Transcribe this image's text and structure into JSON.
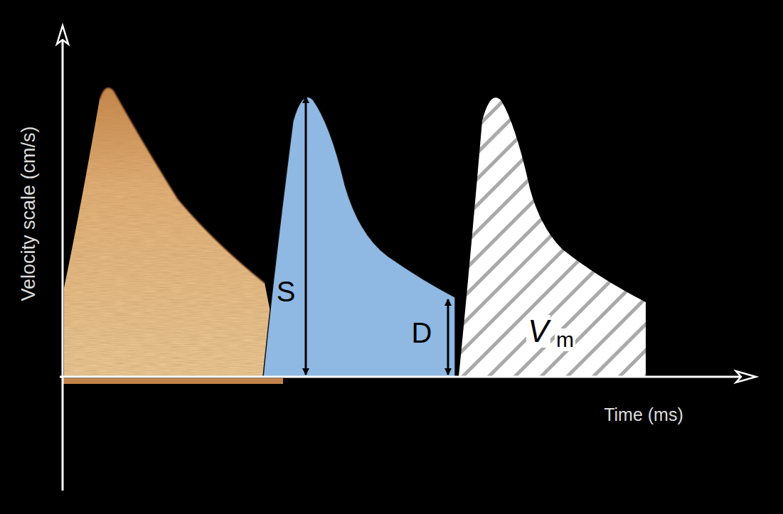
{
  "diagram": {
    "labels": [
      "Velocity scale (cm/s)",
      "Time (ms)",
      "S",
      "D",
      "V",
      "m"
    ]
  }
}
